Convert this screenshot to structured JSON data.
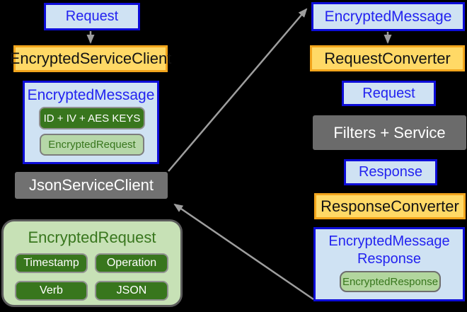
{
  "client_flow": {
    "request": "Request",
    "encrypted_service_client": "EncryptedServiceClient",
    "encrypted_message": {
      "title": "EncryptedMessage",
      "id_iv_aes_keys": "ID + IV + AES KEYS",
      "encrypted_request": "EncryptedRequest"
    },
    "json_service_client": "JsonServiceClient",
    "encrypted_request_detail": {
      "title": "EncryptedRequest",
      "fields": [
        "Timestamp",
        "Operation",
        "Verb",
        "JSON"
      ]
    }
  },
  "server_flow": {
    "encrypted_message": "EncryptedMessage",
    "request_converter": "RequestConverter",
    "request": "Request",
    "filters_service": "Filters + Service",
    "response": "Response",
    "response_converter": "ResponseConverter",
    "encrypted_message_response": {
      "title_line1": "EncryptedMessage",
      "title_line2": "Response",
      "encrypted_response": "EncryptedResponse"
    }
  },
  "colors": {
    "background": "#000000",
    "dto_fill": "#cfe2f3",
    "dto_border": "#0d0dd8",
    "dto_text": "#2323f0",
    "converter_fill": "#ffd966",
    "converter_border": "#f2a51c",
    "service_fill": "#717171",
    "dark_green_fill": "#38761d",
    "light_green_fill": "#b6d7a8",
    "detail_container_fill": "#c7e1b6",
    "arrow": "#9e9e9e"
  }
}
